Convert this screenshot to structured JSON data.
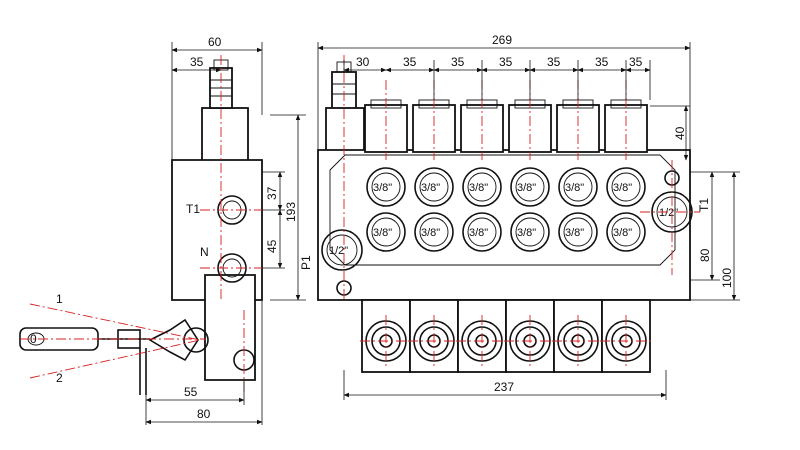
{
  "dimensions": {
    "side_width": "60",
    "side_top": "35",
    "side_height": "193",
    "port_spacing_t1": "37",
    "port_spacing_n": "45",
    "lever_offset": "55",
    "side_bottom_width": "80",
    "front_width": "269",
    "first_section": "30",
    "section_pitch": "35",
    "cap_height": "40",
    "front_bottom": "237",
    "right_port_height": "80",
    "overall_height": "100"
  },
  "ports": {
    "section_port": "3/8\"",
    "inlet_outlet": "1/2\""
  },
  "labels": {
    "t1": "T1",
    "n": "N",
    "p1": "P1",
    "lever_pos_1": "1",
    "lever_pos_0": "0",
    "lever_pos_2": "2"
  },
  "sections": [
    "s1",
    "s2",
    "s3",
    "s4",
    "s5",
    "s6"
  ]
}
